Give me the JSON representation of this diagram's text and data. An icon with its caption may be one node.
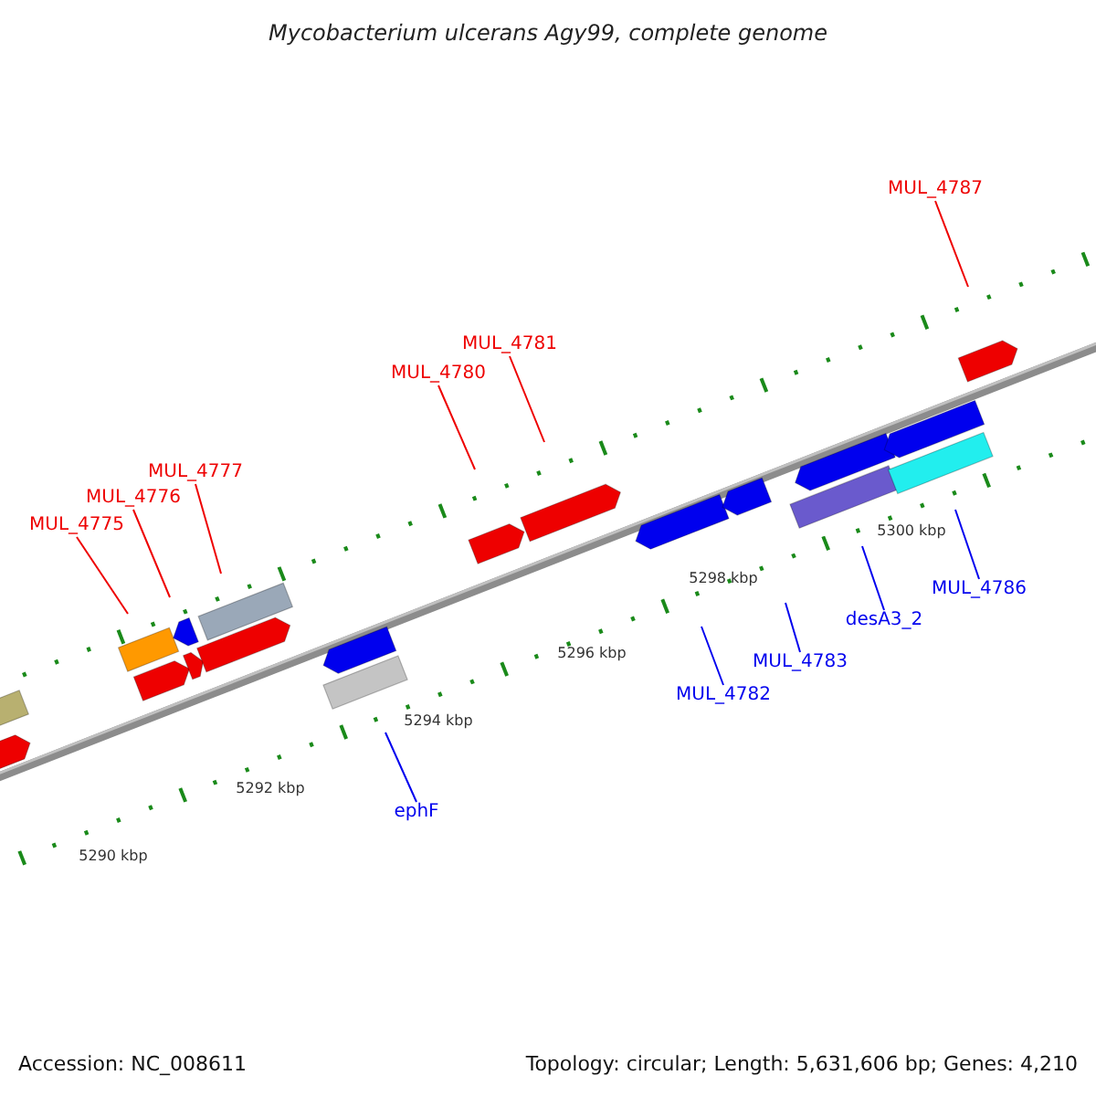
{
  "diagram": {
    "title": "Mycobacterium ulcerans Agy99, complete genome",
    "nodes": [
      {
        "text": [
          "MUL_4775"
        ]
      },
      {
        "text": [
          "MUL_4776"
        ]
      },
      {
        "text": [
          "MUL_4777"
        ]
      },
      {
        "text": [
          "MUL_4780"
        ]
      },
      {
        "text": [
          "MUL_4781"
        ]
      },
      {
        "text": [
          "MUL_4787"
        ]
      },
      {
        "text": [
          "ephF"
        ]
      },
      {
        "text": [
          "MUL_4782"
        ]
      },
      {
        "text": [
          "MUL_4783"
        ]
      },
      {
        "text": [
          "desA3_2"
        ]
      },
      {
        "text": [
          "MUL_4786"
        ]
      }
    ],
    "edges": [
      {
        "from": 0,
        "to": null,
        "arrow": "none"
      },
      {
        "from": 1,
        "to": null,
        "arrow": "none"
      },
      {
        "from": 2,
        "to": null,
        "arrow": "none"
      },
      {
        "from": 3,
        "to": null,
        "arrow": "none"
      },
      {
        "from": 4,
        "to": null,
        "arrow": "none"
      },
      {
        "from": 5,
        "to": null,
        "arrow": "none"
      },
      {
        "from": 6,
        "to": null,
        "arrow": "none",
        "color": "#0000ee"
      },
      {
        "from": 7,
        "to": null,
        "arrow": "none",
        "color": "#0000ee"
      },
      {
        "from": 8,
        "to": null,
        "arrow": "none",
        "color": "#0000ee"
      },
      {
        "from": 9,
        "to": null,
        "arrow": "none",
        "color": "#0000ee"
      },
      {
        "from": 10,
        "to": null,
        "arrow": "none",
        "color": "#0000ee"
      }
    ],
    "labels": [
      "5290 kbp",
      "5292 kbp",
      "5294 kbp",
      "5296 kbp",
      "5298 kbp",
      "5300 kbp",
      "Accession: NC_008611",
      "Topology: circular; Length: 5,631,606 bp; Genes: 4,210"
    ]
  }
}
